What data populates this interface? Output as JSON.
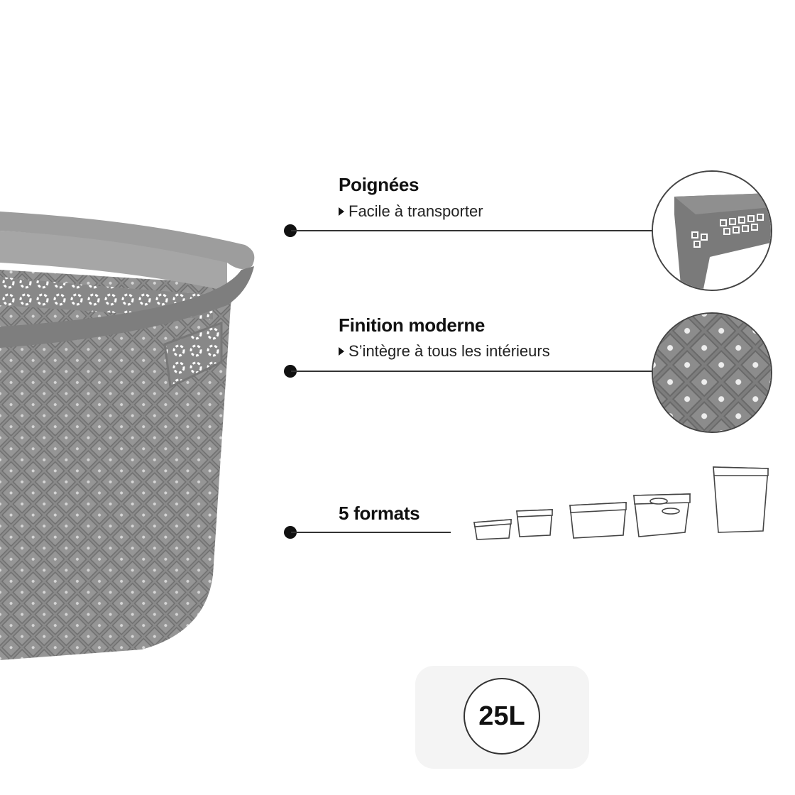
{
  "features": [
    {
      "title": "Poignées",
      "subtitle": "Facile à transporter",
      "detail_image": "handle-closeup"
    },
    {
      "title": "Finition moderne",
      "subtitle": "S’intègre à tous les intérieurs",
      "detail_image": "pattern-closeup"
    },
    {
      "title": "5 formats",
      "sizes_icon_count": 5
    }
  ],
  "capacity": {
    "label": "25L"
  },
  "colors": {
    "basket": "#8a8a8a",
    "text": "#111111",
    "card": "#f4f4f4"
  }
}
